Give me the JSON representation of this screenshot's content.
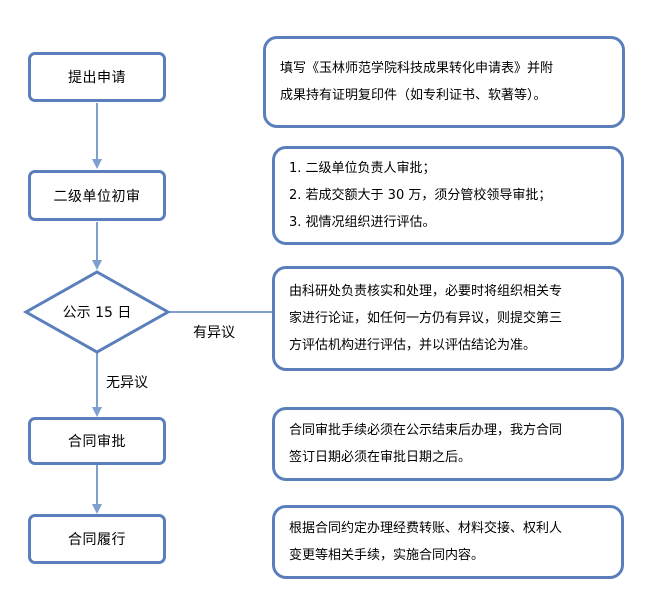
{
  "steps": {
    "apply": "提出申请",
    "initial_review": "二级单位初审",
    "publicity": "公示 15 日",
    "contract_review": "合同审批",
    "contract_execution": "合同履行"
  },
  "branches": {
    "objection": "有异议",
    "no_objection": "无异议"
  },
  "notes": {
    "apply": [
      "填写《玉林师范学院科技成果转化申请表》并附",
      "成果持有证明复印件（如专利证书、软著等）。"
    ],
    "initial_review": [
      "1. 二级单位负责人审批；",
      "2. 若成交额大于 30 万，须分管校领导审批；",
      "3. 视情况组织进行评估。"
    ],
    "objection": [
      "由科研处负责核实和处理，必要时将组织相关专",
      "家进行论证，如任何一方仍有异议，则提交第三",
      "方评估机构进行评估，并以评估结论为准。"
    ],
    "contract_review": [
      "合同审批手续必须在公示结束后办理，我方合同",
      "签订日期必须在审批日期之后。"
    ],
    "contract_execution": [
      "根据合同约定办理经费转账、材料交接、权利人",
      "变更等相关手续，实施合同内容。"
    ]
  },
  "colors": {
    "box_border": "#5b7fbd",
    "arrow": "#7f9fd0"
  }
}
